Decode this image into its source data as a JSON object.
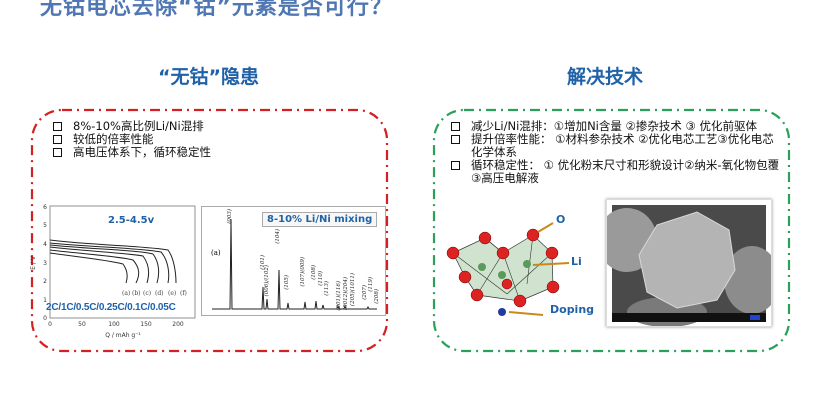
{
  "title": "无钴电芯去除“钴”元素是否可行？",
  "left": {
    "heading": "“无钴”隐患",
    "items": [
      "8%-10%高比例Li/Ni混排",
      "较低的倍率性能",
      "高电压体系下，循环稳定性"
    ],
    "discharge_chart": {
      "range_label": "2.5-4.5v",
      "rates_label": "2C/1C/0.5C/0.25C/0.1C/0.05C",
      "ylabel": "E / V",
      "xlabel": "Q / mAh g⁻¹",
      "yticks": [
        "0",
        "1",
        "2",
        "3",
        "4",
        "5",
        "6"
      ],
      "xticks": [
        "0",
        "50",
        "100",
        "150",
        "200"
      ],
      "curve_labels": [
        "(a)",
        "(b)",
        "(c)",
        "(d)",
        "(e)",
        "(f)"
      ]
    },
    "xrd_chart": {
      "label": "8-10% Li/Ni mixing",
      "panel": "(a)",
      "peaks": [
        "(003)",
        "(101)",
        "(006)/(102)",
        "(104)",
        "(105)",
        "(107)(009)",
        "(108)",
        "(110)",
        "(113)",
        "(201)(116)",
        "(0012)(204)",
        "(205)(1011)",
        "(207)",
        "(119)",
        "(208)"
      ]
    }
  },
  "right": {
    "heading": "解决技术",
    "items": [
      "减少Li/Ni混排：①增加Ni含量 ②掺杂技术 ③ 优化前驱体",
      "提升倍率性能： ①材料参杂技术 ②优化电芯工艺③优化电芯化学体系",
      "循环稳定性： ① 优化粉末尺寸和形貌设计②纳米-氧化物包覆③高压电解液"
    ],
    "crystal": {
      "labels": [
        "O",
        "Li",
        "Doping"
      ]
    }
  },
  "colors": {
    "red_border": "#d42020",
    "green_border": "#2aa05a",
    "heading": "#1f62a8"
  }
}
